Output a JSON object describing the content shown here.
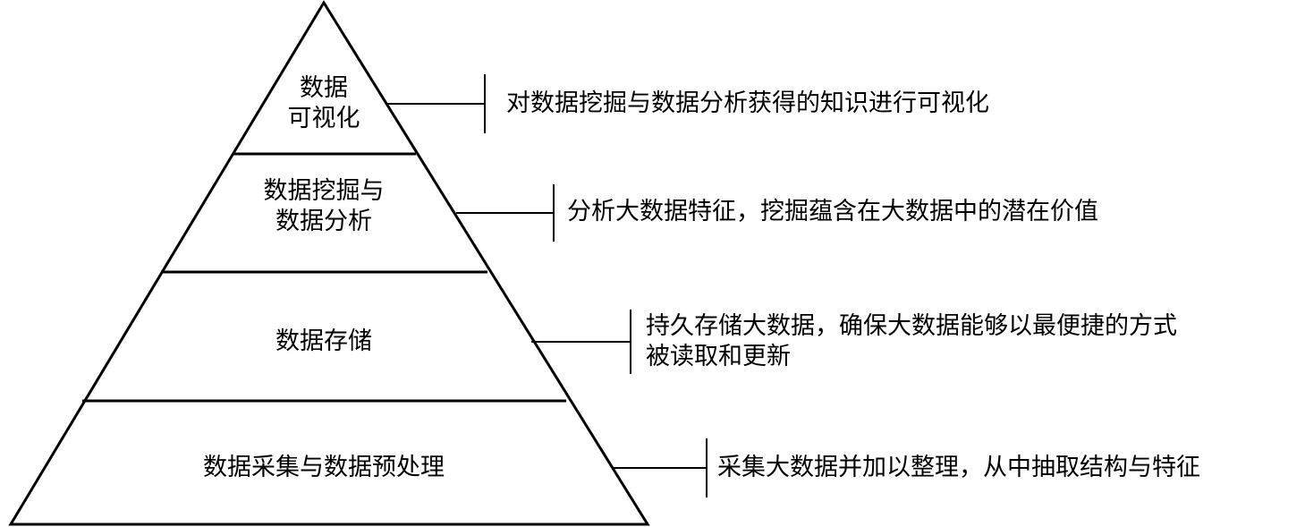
{
  "levels": [
    {
      "label_lines": [
        "数据",
        "可视化"
      ],
      "description_lines": [
        "对数据挖掘与数据分析获得的知识进行可视化"
      ]
    },
    {
      "label_lines": [
        "数据挖掘与",
        "数据分析"
      ],
      "description_lines": [
        "分析大数据特征，挖掘蕴含在大数据中的潜在价值"
      ]
    },
    {
      "label_lines": [
        "数据存储"
      ],
      "description_lines": [
        "持久存储大数据，确保大数据能够以最便捷的方式",
        "被读取和更新"
      ]
    },
    {
      "label_lines": [
        "数据采集与数据预处理"
      ],
      "description_lines": [
        "采集大数据并加以整理，从中抽取结构与特征"
      ]
    }
  ]
}
